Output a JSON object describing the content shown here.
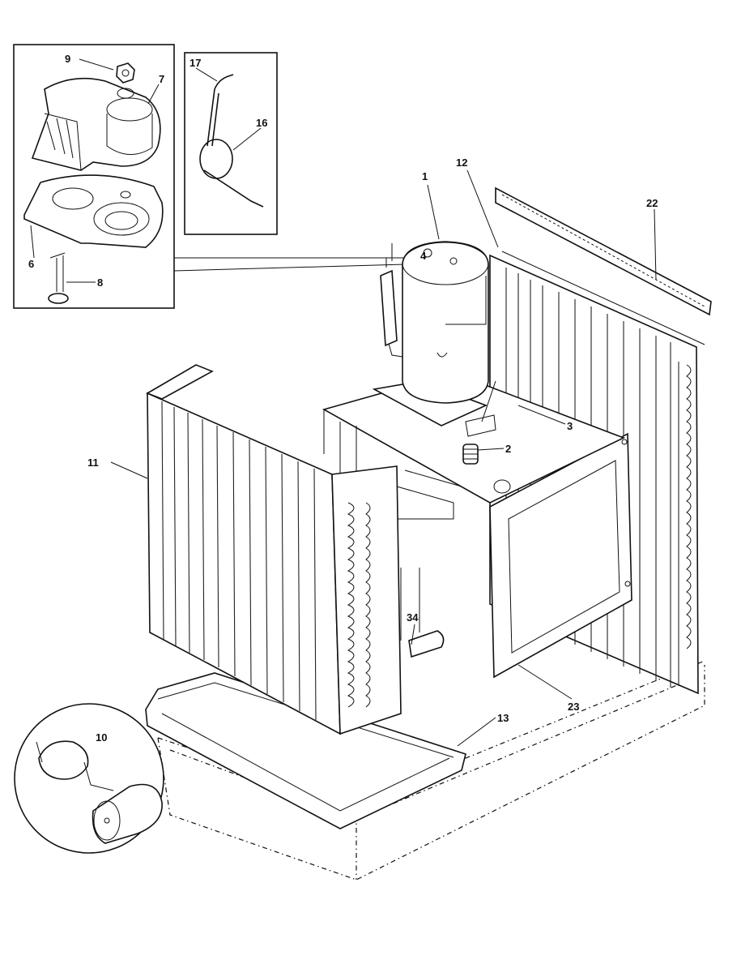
{
  "diagram": {
    "callouts": [
      {
        "id": "c1",
        "label": "1"
      },
      {
        "id": "c2",
        "label": "2"
      },
      {
        "id": "c3",
        "label": "3"
      },
      {
        "id": "c4",
        "label": "4"
      },
      {
        "id": "c6",
        "label": "6"
      },
      {
        "id": "c7",
        "label": "7"
      },
      {
        "id": "c8",
        "label": "8"
      },
      {
        "id": "c9",
        "label": "9"
      },
      {
        "id": "c10",
        "label": "10"
      },
      {
        "id": "c11",
        "label": "11"
      },
      {
        "id": "c12",
        "label": "12"
      },
      {
        "id": "c13",
        "label": "13"
      },
      {
        "id": "c16",
        "label": "16"
      },
      {
        "id": "c17",
        "label": "17"
      },
      {
        "id": "c22",
        "label": "22"
      },
      {
        "id": "c23",
        "label": "23"
      },
      {
        "id": "c34",
        "label": "34"
      }
    ]
  },
  "colors": {
    "ink": "#111111",
    "paper": "#ffffff"
  }
}
